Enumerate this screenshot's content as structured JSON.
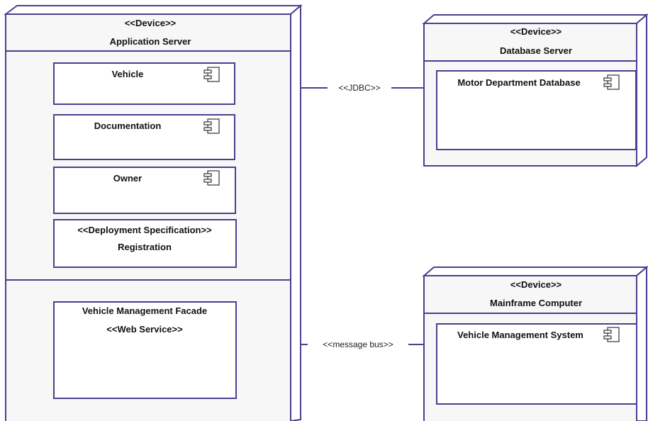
{
  "colors": {
    "stroke": "#4b3f8f",
    "node_fill": "#f7f7f7",
    "top_face": "#ffffff",
    "background": "#ffffff"
  },
  "nodes": {
    "application_server": {
      "stereotype": "<<Device>>",
      "name": "Application Server",
      "components": {
        "vehicle": {
          "name": "Vehicle",
          "icon": "component-icon"
        },
        "documentation": {
          "name": "Documentation",
          "icon": "component-icon"
        },
        "owner": {
          "name": "Owner",
          "icon": "component-icon"
        }
      },
      "deployment_spec": {
        "stereotype": "<<Deployment Specification>>",
        "name": "Registration"
      },
      "facade": {
        "name": "Vehicle Management Facade",
        "stereotype": "<<Web Service>>"
      }
    },
    "database_server": {
      "stereotype": "<<Device>>",
      "name": "Database Server",
      "component": {
        "name": "Motor Department Database",
        "icon": "component-icon"
      }
    },
    "mainframe": {
      "stereotype": "<<Device>>",
      "name": "Mainframe Computer",
      "component": {
        "name": "Vehicle Management System",
        "icon": "component-icon"
      }
    }
  },
  "connections": {
    "jdbc": "<<JDBC>>",
    "message_bus": "<<message bus>>"
  }
}
